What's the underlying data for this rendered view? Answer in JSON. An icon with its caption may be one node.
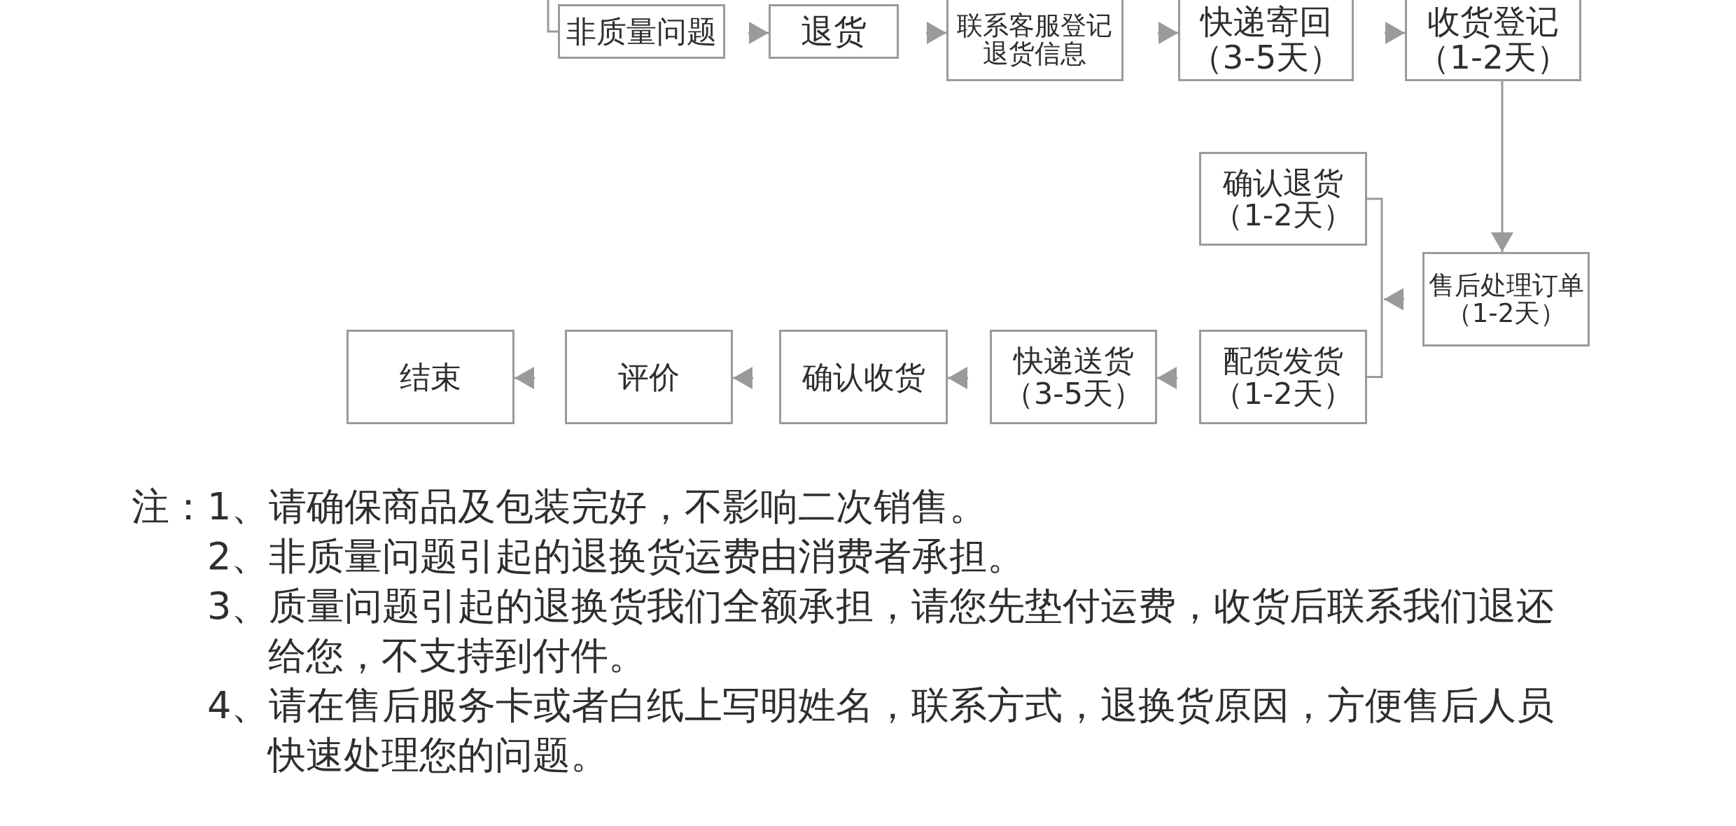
{
  "diagram": {
    "nodes": [
      {
        "text": [
          "非质量问题"
        ]
      },
      {
        "text": [
          "退货"
        ]
      },
      {
        "text": [
          "联系客服登记退货信息"
        ]
      },
      {
        "text": [
          "快递寄回",
          "（3-5天）"
        ]
      },
      {
        "text": [
          "收货登记",
          "（1-2天）"
        ]
      },
      {
        "text": [
          "确认退货",
          "（1-2天）"
        ]
      },
      {
        "text": [
          "售后处理订单",
          "（1-2天）"
        ]
      },
      {
        "text": [
          "结束"
        ]
      },
      {
        "text": [
          "评价"
        ]
      },
      {
        "text": [
          "确认收货"
        ]
      },
      {
        "text": [
          "快递送货",
          "（3-5天）"
        ]
      },
      {
        "text": [
          "配货发货",
          "（1-2天）"
        ]
      }
    ],
    "edges": [
      {
        "from": null,
        "to": 0,
        "arrow": "none"
      },
      {
        "from": 0,
        "to": 1,
        "arrow": "to"
      },
      {
        "from": 1,
        "to": 2,
        "arrow": "to"
      },
      {
        "from": 2,
        "to": 3,
        "arrow": "to"
      },
      {
        "from": 3,
        "to": 4,
        "arrow": "to"
      },
      {
        "from": 4,
        "to": 6,
        "arrow": "to"
      },
      {
        "from": 6,
        "to": null,
        "arrow": "to"
      },
      {
        "from": 5,
        "to": 11,
        "arrow": "none"
      },
      {
        "from": 11,
        "to": 10,
        "arrow": "to"
      },
      {
        "from": 10,
        "to": 9,
        "arrow": "to"
      },
      {
        "from": 9,
        "to": 8,
        "arrow": "to"
      },
      {
        "from": 8,
        "to": 7,
        "arrow": "to"
      }
    ],
    "labels": [
      "注：",
      "1、请确保商品及包装完好，不影响二次销售。",
      "2、非质量问题引起的退换货运费由消费者承担。",
      "3、质量问题引起的退换货我们全额承担，请您先垫付运费，收货后联系我们退还给您，不支持到付件。",
      "4、请在售后服务卡或者白纸上写明姓名，联系方式，退换货原因，方便售后人员快速处理您的问题。"
    ]
  }
}
